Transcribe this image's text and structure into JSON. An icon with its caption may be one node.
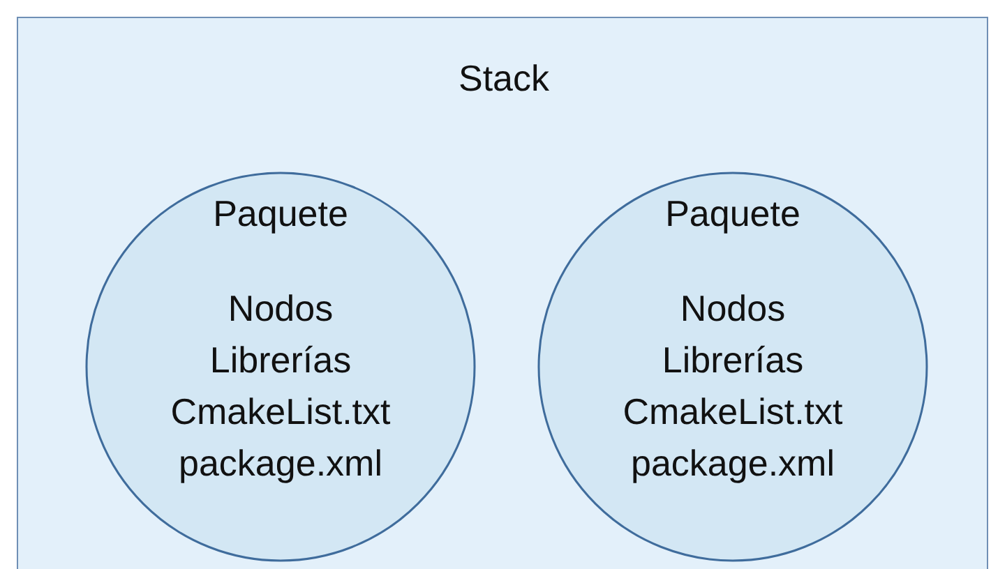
{
  "diagram": {
    "nodes": [
      {
        "text": [
          "Stack"
        ]
      },
      {
        "text": [
          "Paquete",
          "Nodos",
          "Librerías",
          "CmakeList.txt",
          "package.xml"
        ],
        "in": 0
      },
      {
        "text": [
          "Paquete",
          "Nodos",
          "Librerías",
          "CmakeList.txt",
          "package.xml"
        ],
        "in": 0
      }
    ]
  }
}
